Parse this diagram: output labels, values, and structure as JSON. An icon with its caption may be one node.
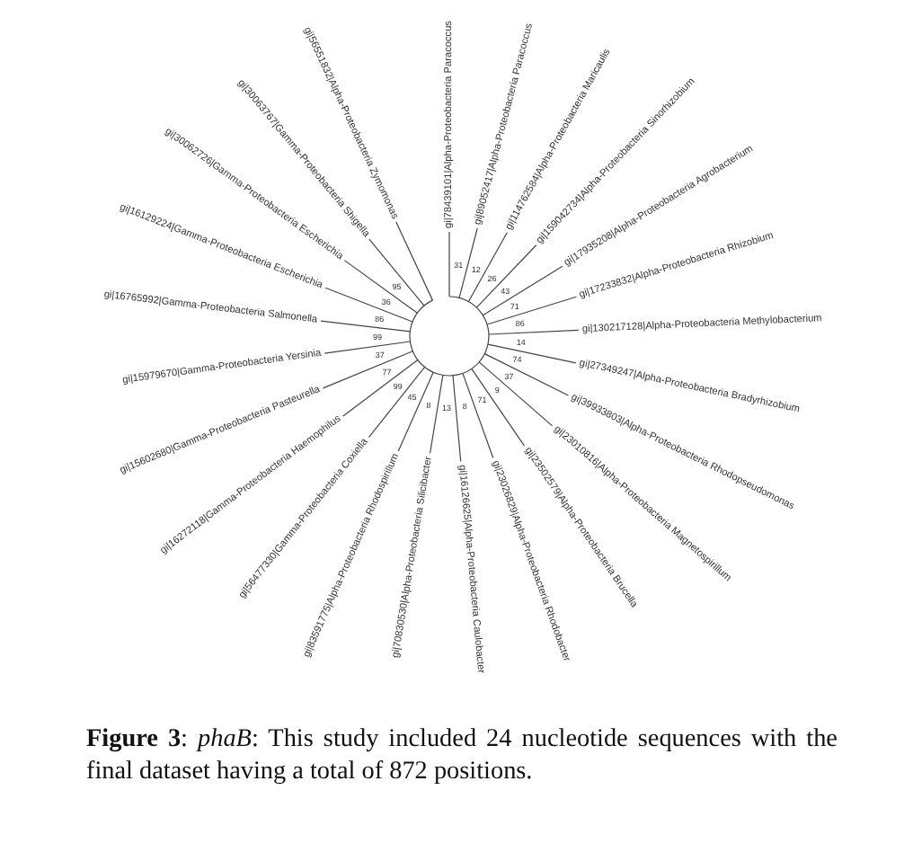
{
  "diagram": {
    "caption": "**Figure 3**: *phaB*: This study included 24 nucleotide sequences with the final dataset having a total of 872 positions.",
    "labels": [
      "gi|78439101|Alpha-Proteobacteria Paracoccus",
      "gi|89052417|Alpha-Proteobacteria Paracoccus",
      "gi|114762584|Alpha-Proteobacteria Maricaulis",
      "gi|159042734|Alpha-Proteobacteria Sinorhizobium",
      "gi|17935208|Alpha-Proteobacteria Agrobacterium",
      "gi|17233832|Alpha-Proteobacteria Rhizobium",
      "gi|130217128|Alpha-Proteobacteria Methylobacterium",
      "gi|27349247|Alpha-Proteobacteria Bradyrhizobium",
      "gi|39933803|Alpha-Proteobacteria Rhodopseudomonas",
      "gi|23010816|Alpha-Proteobacteria Magnetospirillum",
      "gi|23502579|Alpha-Proteobacteria Brucella",
      "gi|23026829|Alpha-Proteobacteria Rhodobacter",
      "gi|16126625|Alpha-Proteobacteria Caulobacter",
      "gi|70830530|Alpha-Proteobacteria Silicibacter",
      "gi|83591775|Alpha-Proteobacteria Rhodospirillum",
      "gi|56477330|Gamma-Proteobacteria Coxiella",
      "gi|16272118|Gamma-Proteobacteria Haemophilus",
      "gi|15602680|Gamma-Proteobacteria Pasteurella",
      "gi|15979670|Gamma-Proteobacteria Yersinia",
      "gi|16765992|Gamma-Proteobacteria Salmonella",
      "gi|16129224|Gamma-Proteobacteria Escherichia",
      "gi|30062726|Gamma-Proteobacteria Escherichia",
      "gi|30063767|Gamma-Proteobacteria Shigella",
      "gi|56551832|Alpha-Proteobacteria Zymomonas",
      "31",
      "12",
      "26",
      "43",
      "71",
      "86",
      "14",
      "74",
      "37",
      "9",
      "71",
      "8",
      "13",
      "8",
      "45",
      "99",
      "77",
      "37",
      "99",
      "86",
      "36",
      "95"
    ]
  }
}
